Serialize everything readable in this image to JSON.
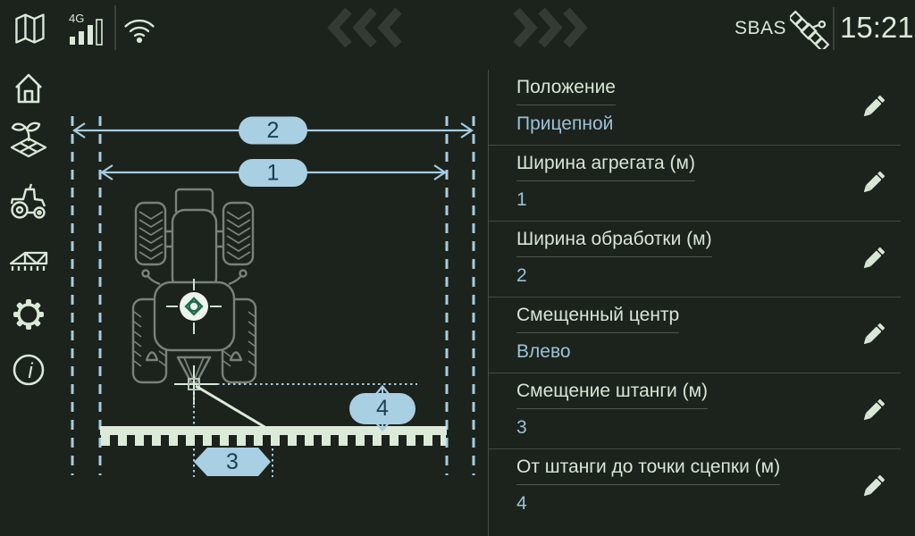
{
  "status_bar": {
    "network_label": "4G",
    "sbas_label": "SBAS",
    "time": "15:21"
  },
  "sidebar": {
    "items": [
      {
        "icon": "home"
      },
      {
        "icon": "sprout-field"
      },
      {
        "icon": "tractor"
      },
      {
        "icon": "harrow-implement"
      },
      {
        "icon": "settings-gear"
      },
      {
        "icon": "info"
      }
    ]
  },
  "diagram": {
    "callouts": {
      "implement_width": "1",
      "working_width": "2",
      "boom_offset": "3",
      "boom_to_hitch": "4"
    }
  },
  "panel": {
    "rows": [
      {
        "label": "Положение",
        "value": "Прицепной"
      },
      {
        "label": "Ширина агрегата (м)",
        "value": "1"
      },
      {
        "label": "Ширина обработки (м)",
        "value": "2"
      },
      {
        "label": "Смещенный центр",
        "value": "Влево"
      },
      {
        "label": "Смещение штанги (м)",
        "value": "3"
      },
      {
        "label": "От штанги до точки сцепки (м)",
        "value": "4"
      }
    ]
  },
  "colors": {
    "background": "#1c221c",
    "accent_blue": "#a6cce1",
    "callout_text": "#1c3e50",
    "icon_light": "#d9e8d7",
    "value_blue": "#9cc2d8",
    "boom_light": "#dcead9"
  }
}
